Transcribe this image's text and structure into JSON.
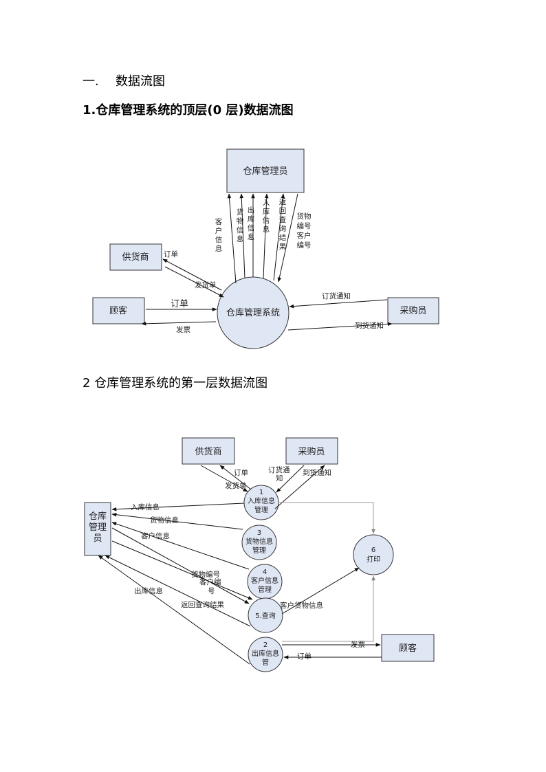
{
  "headings": {
    "section_num": "一.",
    "section_title": "数据流图",
    "diagram1_title": "1.仓库管理系统的顶层(0 层)数据流图",
    "diagram2_title": "2 仓库管理系统的第一层数据流图"
  },
  "diagram1": {
    "entities": {
      "manager": "仓库管理员",
      "supplier": "供货商",
      "customer": "顾客",
      "buyer": "采购员"
    },
    "process": "仓库管理系统",
    "flows": {
      "customer_info": [
        "客",
        "户",
        "信",
        "息"
      ],
      "goods_info": [
        "货",
        "物",
        "信",
        "息"
      ],
      "out_info": [
        "出",
        "库",
        "信",
        "息"
      ],
      "in_info": [
        "入",
        "库",
        "信",
        "息"
      ],
      "query_result": [
        "返",
        "回",
        "查",
        "询",
        "结",
        "果"
      ],
      "goods_customer_no": [
        "货物",
        "编号",
        "客户",
        "编号"
      ],
      "supplier_order": "订单",
      "delivery_note": "发货单",
      "customer_order": "订单",
      "invoice": "发票",
      "order_notice": "订货通知",
      "arrival_notice": "到货通知"
    }
  },
  "diagram2": {
    "entities": {
      "supplier": "供货商",
      "buyer": "采购员",
      "manager": [
        "仓库",
        "管理",
        "员"
      ],
      "customer": "顾客"
    },
    "processes": {
      "p1": {
        "num": "1",
        "lines": [
          "入库信息",
          "管理"
        ]
      },
      "p3": {
        "num": "3",
        "lines": [
          "货物信息",
          "管理"
        ]
      },
      "p4": {
        "num": "4",
        "lines": [
          "客户信息",
          "管理"
        ]
      },
      "p5": {
        "num": "",
        "lines": [
          "5.查询"
        ]
      },
      "p2": {
        "num": "2",
        "lines": [
          "出库信息",
          "管"
        ]
      },
      "p6": {
        "num": "6",
        "lines": [
          "打印"
        ]
      }
    },
    "flows": {
      "order": "订单",
      "delivery_note": "发货单",
      "order_notice": [
        "订货通",
        "知"
      ],
      "arrival_notice": "到货通知",
      "in_info": "入库信息",
      "goods_info": "货物信息",
      "customer_info": "客户信息",
      "goods_no": "货物编号",
      "customer_no": [
        "客户编",
        "号"
      ],
      "out_info": "出库信息",
      "query_result": "返回查询结果",
      "customer_goods_info": "客户货物信息",
      "invoice": "发票",
      "customer_order": "订单"
    }
  }
}
